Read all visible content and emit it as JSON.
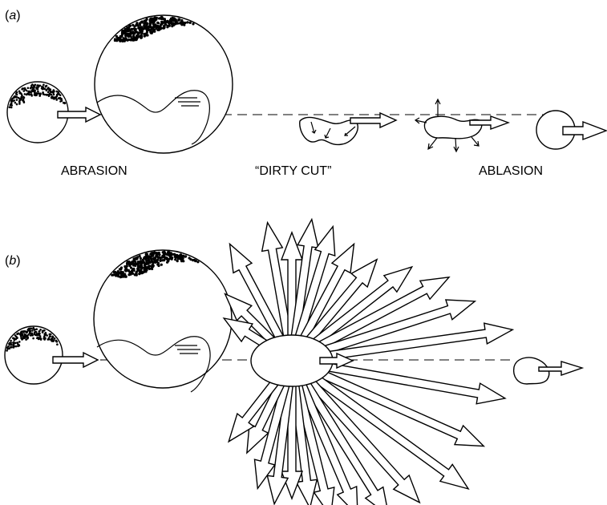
{
  "panel_a": {
    "label_open": "(",
    "label_letter": "a",
    "label_close": ")",
    "labels": {
      "abrasion": "ABRASION",
      "dirty_cut": "“DIRTY CUT”",
      "ablasion": "ABLASION"
    }
  },
  "panel_b": {
    "label_open": "(",
    "label_letter": "b",
    "label_close": ")"
  },
  "colors": {
    "ink": "#000000",
    "paper": "#ffffff"
  }
}
